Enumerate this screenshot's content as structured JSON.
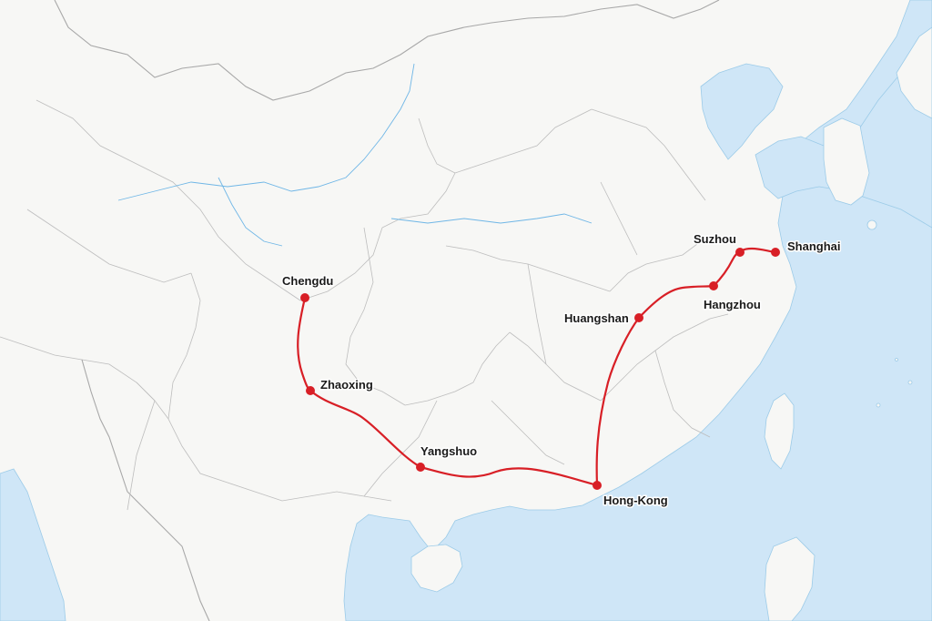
{
  "map": {
    "colors": {
      "land": "#f7f7f5",
      "sea": "#cfe6f7",
      "border": "#bdbdbd",
      "river": "#6fb6e6",
      "route": "#d81f26",
      "marker": "#d81f26"
    },
    "route": {
      "stops": [
        {
          "id": "chengdu",
          "name": "Chengdu"
        },
        {
          "id": "zhaoxing",
          "name": "Zhaoxing"
        },
        {
          "id": "yangshuo",
          "name": "Yangshuo"
        },
        {
          "id": "hong-kong",
          "name": "Hong-Kong"
        },
        {
          "id": "huangshan",
          "name": "Huangshan"
        },
        {
          "id": "hangzhou",
          "name": "Hangzhou"
        },
        {
          "id": "suzhou",
          "name": "Suzhou"
        },
        {
          "id": "shanghai",
          "name": "Shanghai"
        }
      ]
    }
  }
}
